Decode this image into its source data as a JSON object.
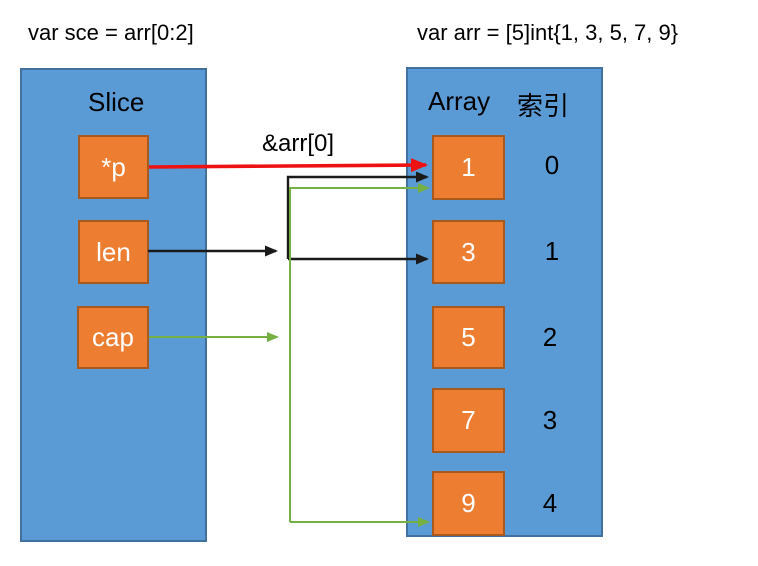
{
  "declarations": {
    "slice_decl": "var sce = arr[0:2]",
    "array_decl": "var arr = [5]int{1, 3, 5, 7, 9}"
  },
  "slice_panel": {
    "title": "Slice",
    "fields": [
      {
        "label": "*p"
      },
      {
        "label": "len"
      },
      {
        "label": "cap"
      }
    ]
  },
  "array_panel": {
    "title": "Array",
    "index_header": "索引",
    "cells": [
      {
        "value": "1",
        "index": "0"
      },
      {
        "value": "3",
        "index": "1"
      },
      {
        "value": "5",
        "index": "2"
      },
      {
        "value": "7",
        "index": "3"
      },
      {
        "value": "9",
        "index": "4"
      }
    ]
  },
  "arrow_label": "&arr[0]",
  "arrows": [
    {
      "from": "*p",
      "to": "array[0]",
      "color": "#EE1111",
      "label": "&arr[0]"
    },
    {
      "from": "len",
      "to": "array[0]..array[1]",
      "color": "#1A1A1A",
      "label": ""
    },
    {
      "from": "cap",
      "to": "array[0]..array[4]",
      "color": "#76B043",
      "label": ""
    }
  ],
  "colors": {
    "panel_blue": "#5B9BD5",
    "panel_border_blue": "#41719C",
    "cell_orange": "#ED7D31",
    "cell_border_orange": "#A8591E",
    "arrow_red": "#EE1111",
    "arrow_black": "#1A1A1A",
    "arrow_green": "#76B043"
  }
}
